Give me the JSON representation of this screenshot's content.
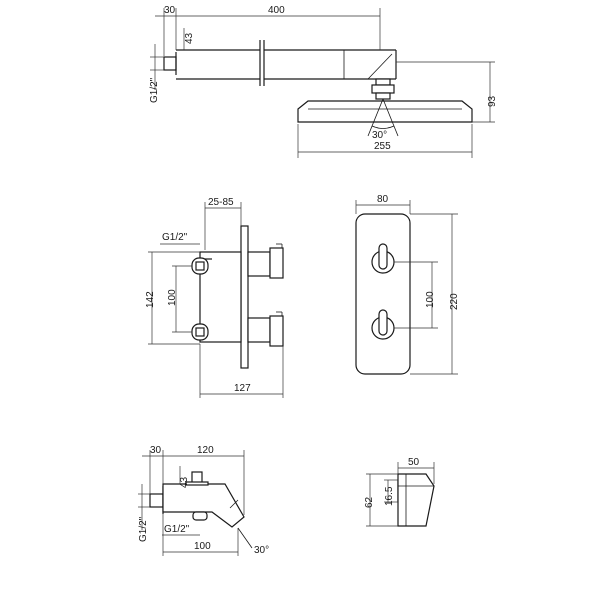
{
  "shower_arm": {
    "dim_wall": "30",
    "dim_length": "400",
    "dim_height": "43",
    "dim_thread": "G1/2\"",
    "dim_drop": "93",
    "dim_angle": "30°",
    "dim_head_width": "255"
  },
  "valve_side": {
    "dim_depth": "25-85",
    "dim_thread": "G1/2\"",
    "dim_outer": "142",
    "dim_inner": "100",
    "dim_total_depth": "127"
  },
  "valve_front": {
    "dim_width": "80",
    "dim_spacing": "100",
    "dim_height": "220"
  },
  "spout": {
    "dim_wall": "30",
    "dim_length": "120",
    "dim_height": "43",
    "dim_thread_side": "G1/2\"",
    "dim_thread_bottom": "G1/2\"",
    "dim_reach": "100",
    "dim_angle": "30°"
  },
  "holder": {
    "dim_width": "50",
    "dim_height": "62",
    "dim_offset": "16.5"
  },
  "colors": {
    "line": "#1a1a1a",
    "background": "#ffffff"
  }
}
